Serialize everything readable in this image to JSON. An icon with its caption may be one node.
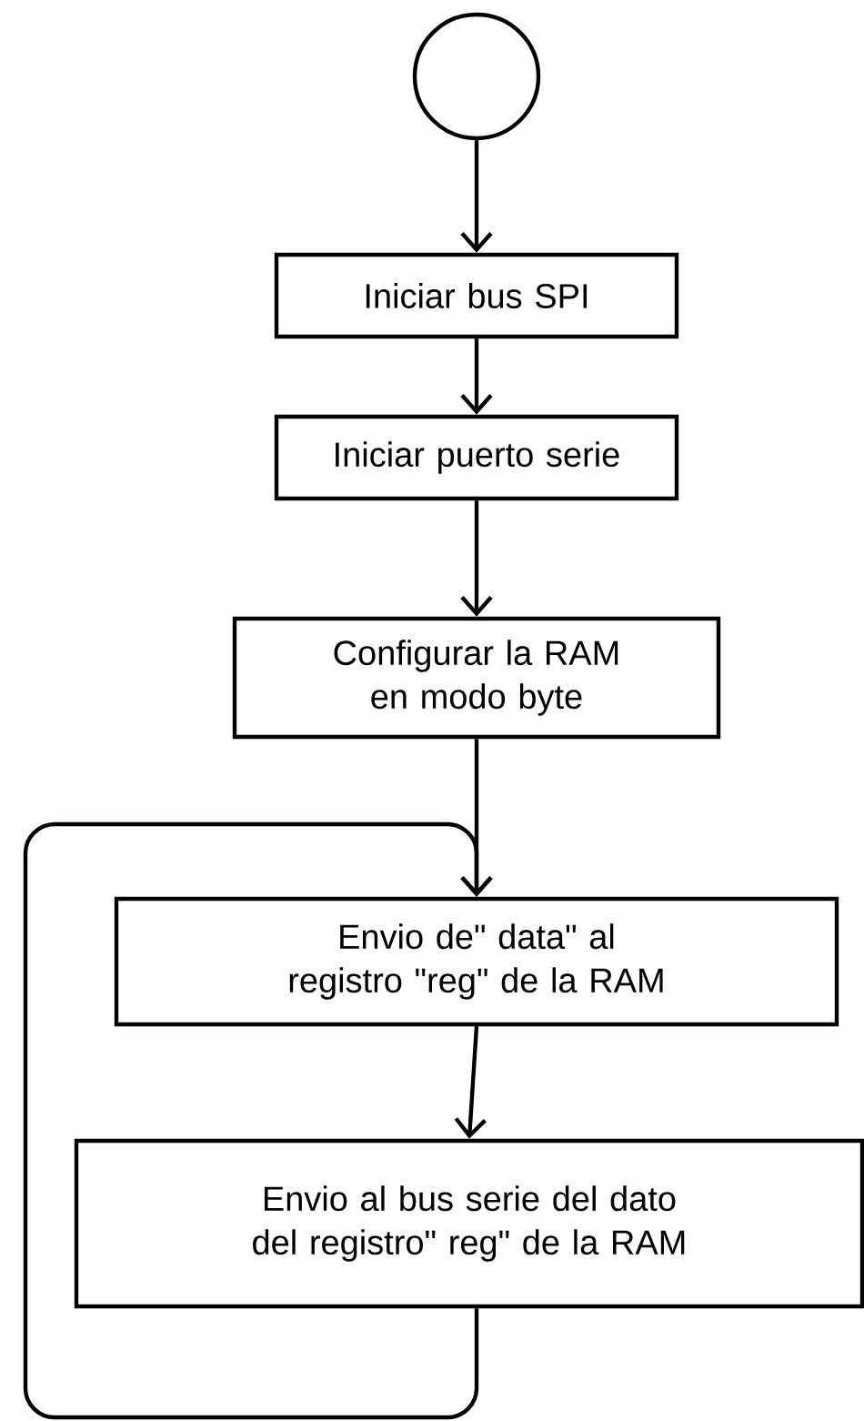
{
  "diagram": {
    "nodes": [
      {
        "text": [],
        "shape": "circle"
      },
      {
        "text": [
          "Iniciar bus SPI"
        ]
      },
      {
        "text": [
          "Iniciar puerto serie"
        ]
      },
      {
        "text": [
          "Configurar la RAM en modo byte"
        ]
      },
      {
        "text": [
          "Envio de\" data\" al registro \"reg\" de la RAM"
        ]
      },
      {
        "text": [
          "Envio al bus serie del dato del registro\" reg\" de la RAM"
        ]
      }
    ],
    "edges": [
      {
        "from": 0,
        "to": 1,
        "arrow": "to"
      },
      {
        "from": 1,
        "to": 2,
        "arrow": "to"
      },
      {
        "from": 2,
        "to": 3,
        "arrow": "to"
      },
      {
        "from": 3,
        "to": 4,
        "arrow": "to"
      },
      {
        "from": 4,
        "to": 5,
        "arrow": "to"
      },
      {
        "from": 5,
        "to": 4,
        "arrow": "to"
      }
    ]
  }
}
